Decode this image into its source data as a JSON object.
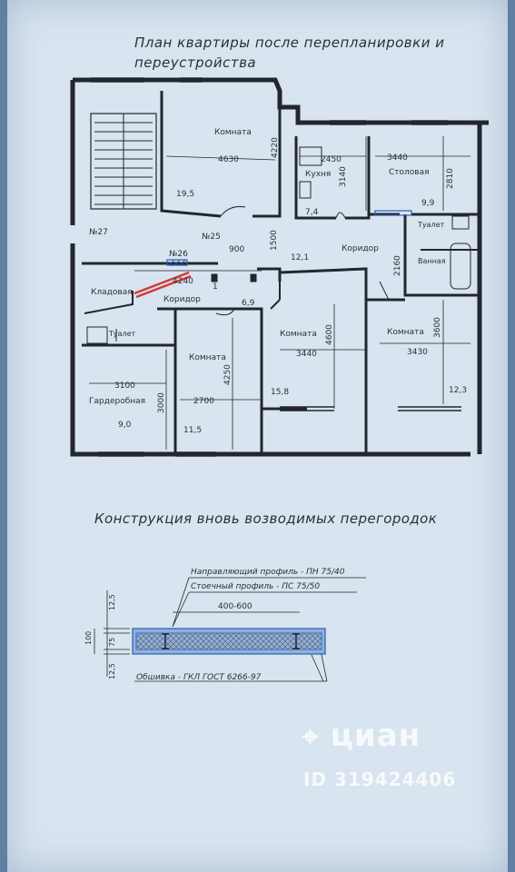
{
  "title_line1": "План квартиры после перепланировки и",
  "title_line2": "переустройства",
  "section_title": "Конструкция вновь возводимых перегородок",
  "rooms": {
    "room_top": {
      "name": "Комната",
      "area": "19,5",
      "dim": "4630",
      "dim2": "4220"
    },
    "kitchen": {
      "name": "Кухня",
      "area": "7,4",
      "dim": "2450",
      "dim2": "3140"
    },
    "dining": {
      "name": "Столовая",
      "area": "9,9",
      "dim": "3440",
      "dim2": "2810"
    },
    "toilet_right": {
      "name": "Туалет"
    },
    "bath": {
      "name": "Ванная",
      "dim": "2160"
    },
    "corridor_right": {
      "name": "Коридор",
      "area": "12,1",
      "dim": "1500"
    },
    "storage": {
      "name": "Кладовая"
    },
    "corridor_left": {
      "name": "Коридор",
      "area": "6,9",
      "dim": "4240"
    },
    "toilet_left": {
      "name": "Туалет"
    },
    "wardrobe": {
      "name": "Гардеробная",
      "area": "9,0",
      "dim": "3100",
      "dim2": "3000"
    },
    "room_left": {
      "name": "Комната",
      "area": "11,5",
      "dim": "2700",
      "dim2": "4250"
    },
    "room_mid": {
      "name": "Комната",
      "area": "15,8",
      "dim": "3440",
      "dim2": "4600"
    },
    "room_right": {
      "name": "Комната",
      "area": "12,3",
      "dim": "3430",
      "dim2": "3600"
    }
  },
  "labels": {
    "n27": "№27",
    "n26": "№26",
    "n25": "№25",
    "door_900": "900",
    "mark_1": "1"
  },
  "construction": {
    "guide_profile": "Направляющий профиль - ПН 75/40",
    "rack_profile": "Стоечный профиль - ПС 75/50",
    "spacing": "400-600",
    "dim_total": "100",
    "dim_core": "75",
    "dim_top": "12,5",
    "dim_bottom": "12,5",
    "cladding": "Обшивка - ГКЛ  ГОСТ 6266-97"
  },
  "watermark": {
    "brand": "циан",
    "id": "ID 319424406"
  }
}
